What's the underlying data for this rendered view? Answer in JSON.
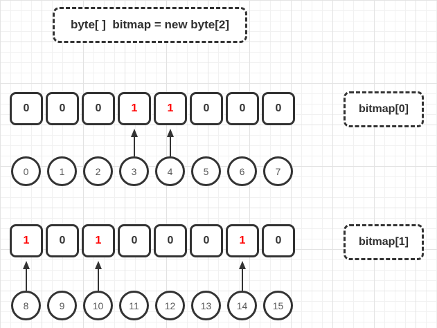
{
  "title": "byte[ ]  bitmap = new byte[2]",
  "colors": {
    "stroke": "#333333",
    "set_bit_red": "#ff0000",
    "zero_bit_text": "#333333",
    "index_text": "#595959",
    "grid_minor": "#f1f1f1",
    "grid_major": "#e3e3e3",
    "background": "#ffffff"
  },
  "rows": [
    {
      "label": "bitmap[0]",
      "bits": [
        "0",
        "0",
        "0",
        "1",
        "1",
        "0",
        "0",
        "0"
      ],
      "set_bit_indices": [
        3,
        4
      ],
      "arrow_from_indices": [
        "3",
        "4"
      ],
      "indices": [
        "0",
        "1",
        "2",
        "3",
        "4",
        "5",
        "6",
        "7"
      ]
    },
    {
      "label": "bitmap[1]",
      "bits": [
        "1",
        "0",
        "1",
        "0",
        "0",
        "0",
        "1",
        "0"
      ],
      "set_bit_indices": [
        0,
        2,
        6
      ],
      "arrow_from_indices": [
        "8",
        "10",
        "14"
      ],
      "indices": [
        "8",
        "9",
        "10",
        "11",
        "12",
        "13",
        "14",
        "15"
      ]
    }
  ]
}
